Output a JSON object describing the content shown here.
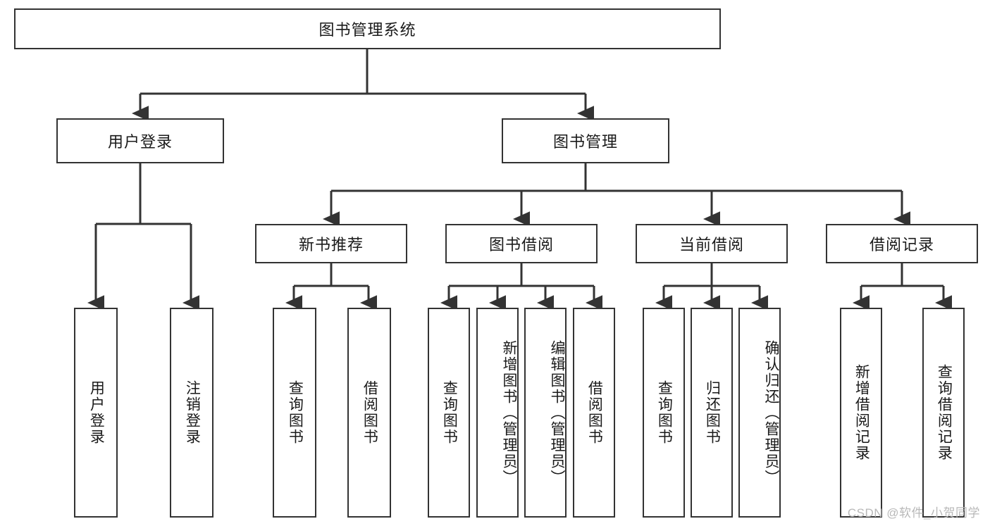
{
  "diagram": {
    "type": "tree-hierarchy",
    "title": "图书管理系统",
    "watermark": "CSDN @软件_小贺同学",
    "colors": {
      "box_border": "#333333",
      "box_fill": "#ffffff",
      "connector": "#333333",
      "text": "#1a1a1a",
      "watermark": "#b8b8b8"
    },
    "levels": {
      "root": {
        "label": "图书管理系统"
      },
      "level2": [
        {
          "label": "用户登录"
        },
        {
          "label": "图书管理"
        }
      ],
      "level3": [
        {
          "label": "新书推荐"
        },
        {
          "label": "图书借阅"
        },
        {
          "label": "当前借阅"
        },
        {
          "label": "借阅记录"
        }
      ],
      "leaves": {
        "user_login": [
          {
            "label": "用户登录"
          },
          {
            "label": "注销登录"
          }
        ],
        "new_book_recommend": [
          {
            "label": "查询图书"
          },
          {
            "label": "借阅图书"
          }
        ],
        "book_borrow": [
          {
            "label": "查询图书"
          },
          {
            "label": "新增图书（管理员）"
          },
          {
            "label": "编辑图书（管理员）"
          },
          {
            "label": "借阅图书"
          }
        ],
        "current_borrow": [
          {
            "label": "查询图书"
          },
          {
            "label": "归还图书"
          },
          {
            "label": "确认归还（管理员）"
          }
        ],
        "borrow_record": [
          {
            "label": "新增借阅记录"
          },
          {
            "label": "查询借阅记录"
          }
        ]
      }
    }
  }
}
